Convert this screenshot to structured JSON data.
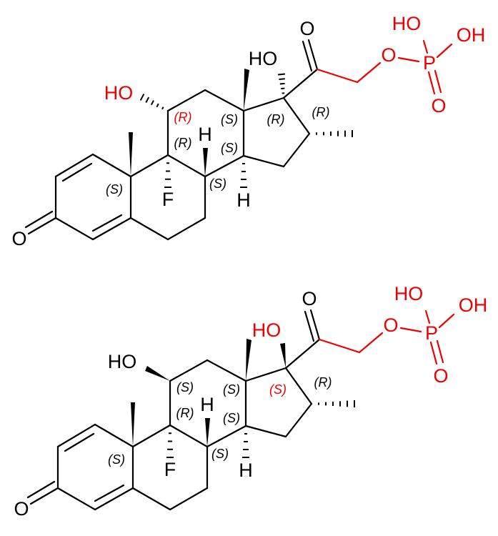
{
  "colors": {
    "bond": "#000000",
    "highlight": "#ee0000"
  },
  "molecules": [
    {
      "atoms": {
        "o3": "O",
        "f": "F",
        "h8": "H",
        "h14": "H",
        "ho11": "HO",
        "ho17": "HO",
        "o20": "O",
        "o21": "O",
        "p": "P",
        "ho_p1": "HO",
        "oh_p2": "OH",
        "o_p": "O"
      },
      "stereo": {
        "c11": "(R)",
        "c9": "(R)",
        "c13": "(S)",
        "c14": "(S)",
        "c17": "(R)",
        "c16": "(R)",
        "c10": "(S)",
        "c8": "(S)"
      }
    },
    {
      "atoms": {
        "o3": "O",
        "f": "F",
        "h8": "H",
        "h14": "H",
        "ho11": "HO",
        "ho17": "HO",
        "o20": "O",
        "o21": "O",
        "p": "P",
        "ho_p1": "HO",
        "oh_p2": "OH",
        "o_p": "O"
      },
      "stereo": {
        "c11": "(S)",
        "c9": "(R)",
        "c13": "(S)",
        "c14": "(S)",
        "c17": "(S)",
        "c16": "(R)",
        "c10": "(S)",
        "c8": "(S)"
      }
    }
  ]
}
